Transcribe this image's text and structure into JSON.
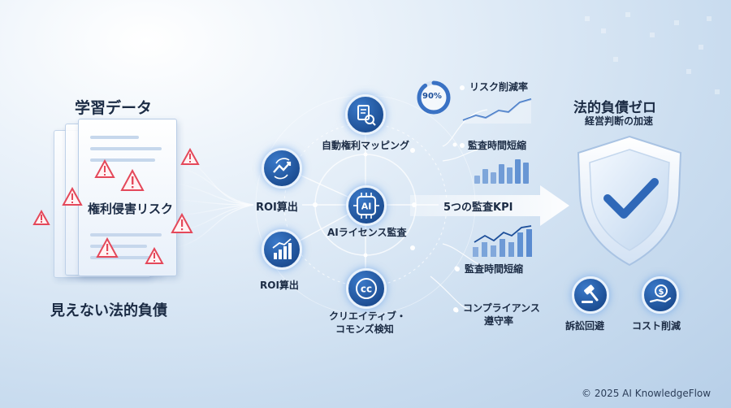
{
  "left": {
    "title": "学習データ",
    "risk_label": "権利侵害リスク",
    "bottom_label": "見えない法的負債"
  },
  "center": {
    "hub_icon_text": "AI",
    "hub_label": "AIライセンス監査",
    "top_label": "自動権利マッピング",
    "left_upper_label": "ROI算出",
    "left_lower_label": "ROI算出",
    "bottom_label_line1": "クリエイティブ・",
    "bottom_label_line2": "コモンズ検知",
    "cc_icon_text": "cc"
  },
  "kpi": {
    "arrow_label": "5つの監査KPI",
    "gauge_value_text": "90%",
    "gauge_value": 90,
    "items": [
      {
        "label": "リスク削減率"
      },
      {
        "label": "監査時間短縮"
      },
      {
        "label": "監査時間短縮"
      },
      {
        "label_line1": "コンプライアンス",
        "label_line2": "遵守率"
      }
    ]
  },
  "right": {
    "title": "法的負債ゼロ",
    "subtitle": "経営判断の加速",
    "badge_left_label": "訴訟回避",
    "badge_right_label": "コスト削減",
    "dollar_text": "$"
  },
  "footer": {
    "copyright": "© 2025 AI KnowledgeFlow"
  },
  "colors": {
    "accent": "#1d4f9a",
    "warning": "#e4485a",
    "text": "#1b2b44"
  }
}
